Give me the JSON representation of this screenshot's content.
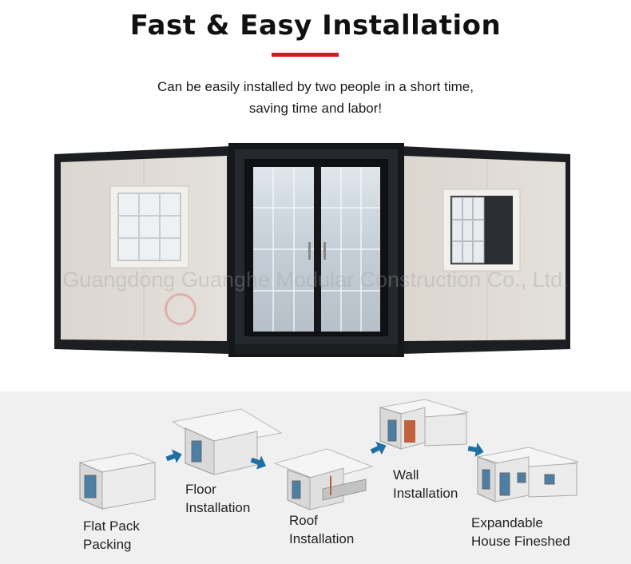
{
  "header": {
    "title": "Fast & Easy Installation",
    "subtitle_line1": "Can be easily installed by two people in a short time,",
    "subtitle_line2": "saving time and labor!",
    "accent_color": "#d71920"
  },
  "watermark": {
    "text": "Guangdong Guanghe Modular Construction Co., Ltd."
  },
  "hero": {
    "image": "expandable-container-house-front"
  },
  "steps": [
    {
      "line1": "Flat Pack",
      "line2": "Packing",
      "icon": "flat-pack-container"
    },
    {
      "line1": "Floor",
      "line2": "Installation",
      "icon": "floor-installation-container"
    },
    {
      "line1": "Roof",
      "line2": "Installation",
      "icon": "roof-installation-container"
    },
    {
      "line1": "Wall",
      "line2": "Installation",
      "icon": "wall-installation-container"
    },
    {
      "line1": "Expandable",
      "line2": "House Fineshed",
      "icon": "finished-house"
    }
  ],
  "arrow_color": "#1f6fa5"
}
